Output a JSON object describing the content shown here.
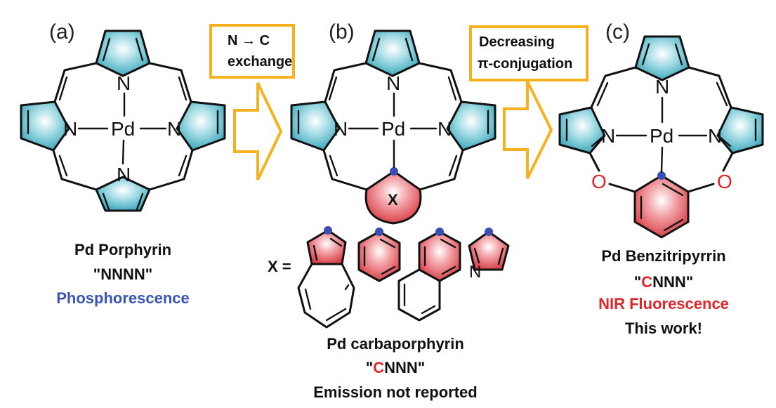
{
  "panels": {
    "a": {
      "label": "(a)",
      "center_atom": "Pd",
      "donor_atoms": [
        "N",
        "N",
        "N",
        "N"
      ],
      "name": "Pd Porphyrin",
      "code": "\"NNNN\"",
      "property": "Phosphorescence"
    },
    "b": {
      "label": "(b)",
      "center_atom": "Pd",
      "donor_atoms": [
        "N",
        "N",
        "N"
      ],
      "variable_ring": "X",
      "x_equals": "X =",
      "x_option_heteroatom": "N",
      "name": "Pd carbaporphyrin",
      "code_prefix": "\"",
      "code_highlight": "C",
      "code_rest": "NNN\"",
      "property": "Emission not reported"
    },
    "c": {
      "label": "(c)",
      "center_atom": "Pd",
      "donor_atoms": [
        "N",
        "N",
        "N"
      ],
      "bridge_atoms": [
        "O",
        "O"
      ],
      "name": "Pd Benzitripyrrin",
      "code_prefix": "\"",
      "code_highlight": "C",
      "code_rest": "NNN\"",
      "property": "NIR Fluorescence",
      "note": "This work!"
    }
  },
  "arrows": [
    {
      "line1": "N → C",
      "line2": "exchange"
    },
    {
      "line1": "Decreasing",
      "line2": "π-conjugation"
    }
  ],
  "colors": {
    "pyrrole_fill": "#5bbccd",
    "carbon_ring_fill": "#e0515a",
    "arrow_outline": "#f6b21e",
    "phosphorescence_text": "#3a55b4",
    "highlight_text": "#e0262b",
    "binding_carbon_dot": "#3a4fb0"
  }
}
